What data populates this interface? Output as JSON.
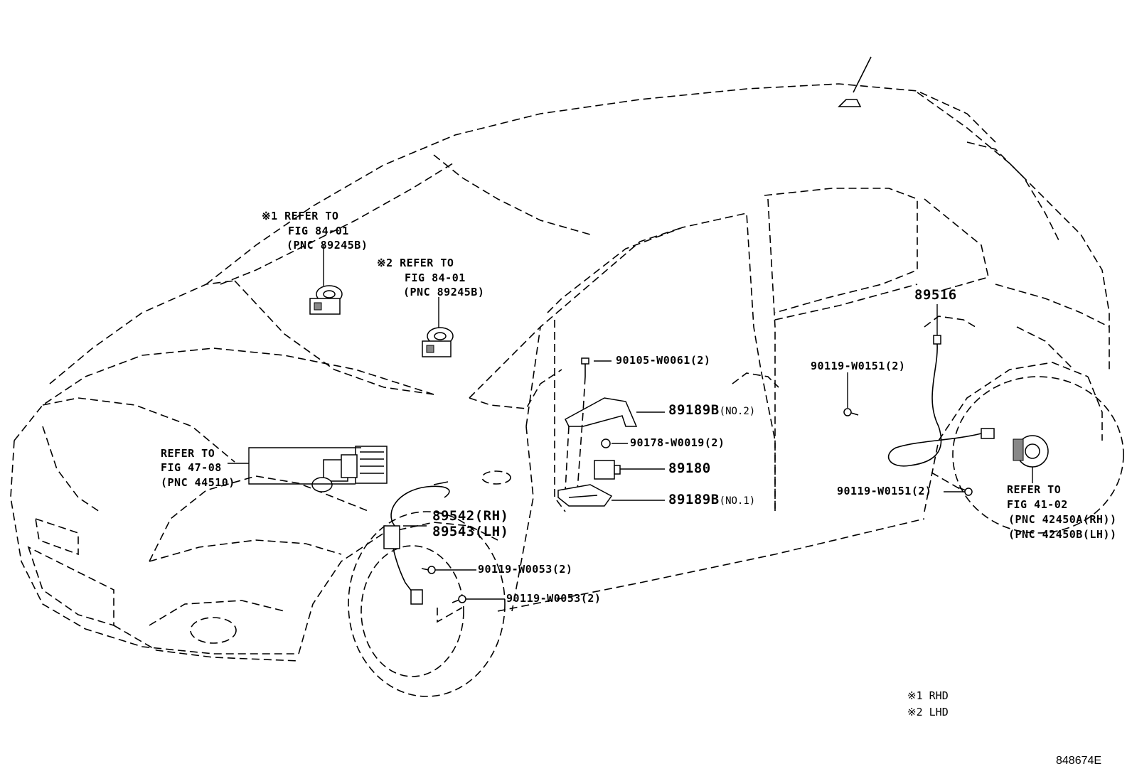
{
  "labels": {
    "ref_rhd_1": "※1 REFER TO",
    "ref_rhd_2": "FIG 84-01",
    "ref_rhd_3": "(PNC 89245B)",
    "ref_lhd_1": "※2 REFER TO",
    "ref_lhd_2": "FIG 84-01",
    "ref_lhd_3": "(PNC 89245B)",
    "ref_abs_1": "REFER TO",
    "ref_abs_2": "FIG 47-08",
    "ref_abs_3": "(PNC 44510)",
    "p89542": "89542(RH)",
    "p89543": "89543(LH)",
    "p90119_w0053_a": "90119-W0053(2)",
    "p90119_w0053_b": "90119-W0053(2)",
    "p90105_w0061": "90105-W0061(2)",
    "p89189b_no2": "89189B",
    "p89189b_no2_sfx": "(NO.2)",
    "p90178_w0019": "90178-W0019(2)",
    "p89180": "89180",
    "p89189b_no1": "89189B",
    "p89189b_no1_sfx": "(NO.1)",
    "p89516": "89516",
    "p90119_w0151_a": "90119-W0151(2)",
    "p90119_w0151_b": "90119-W0151(2)",
    "ref_hub_1": "REFER TO",
    "ref_hub_2": "FIG 41-02",
    "ref_hub_3": "(PNC 42450A(RH))",
    "ref_hub_4": "(PNC 42450B(LH))",
    "legend_1": "※1 RHD",
    "legend_2": "※2 LHD",
    "figure_code": "848674E"
  }
}
